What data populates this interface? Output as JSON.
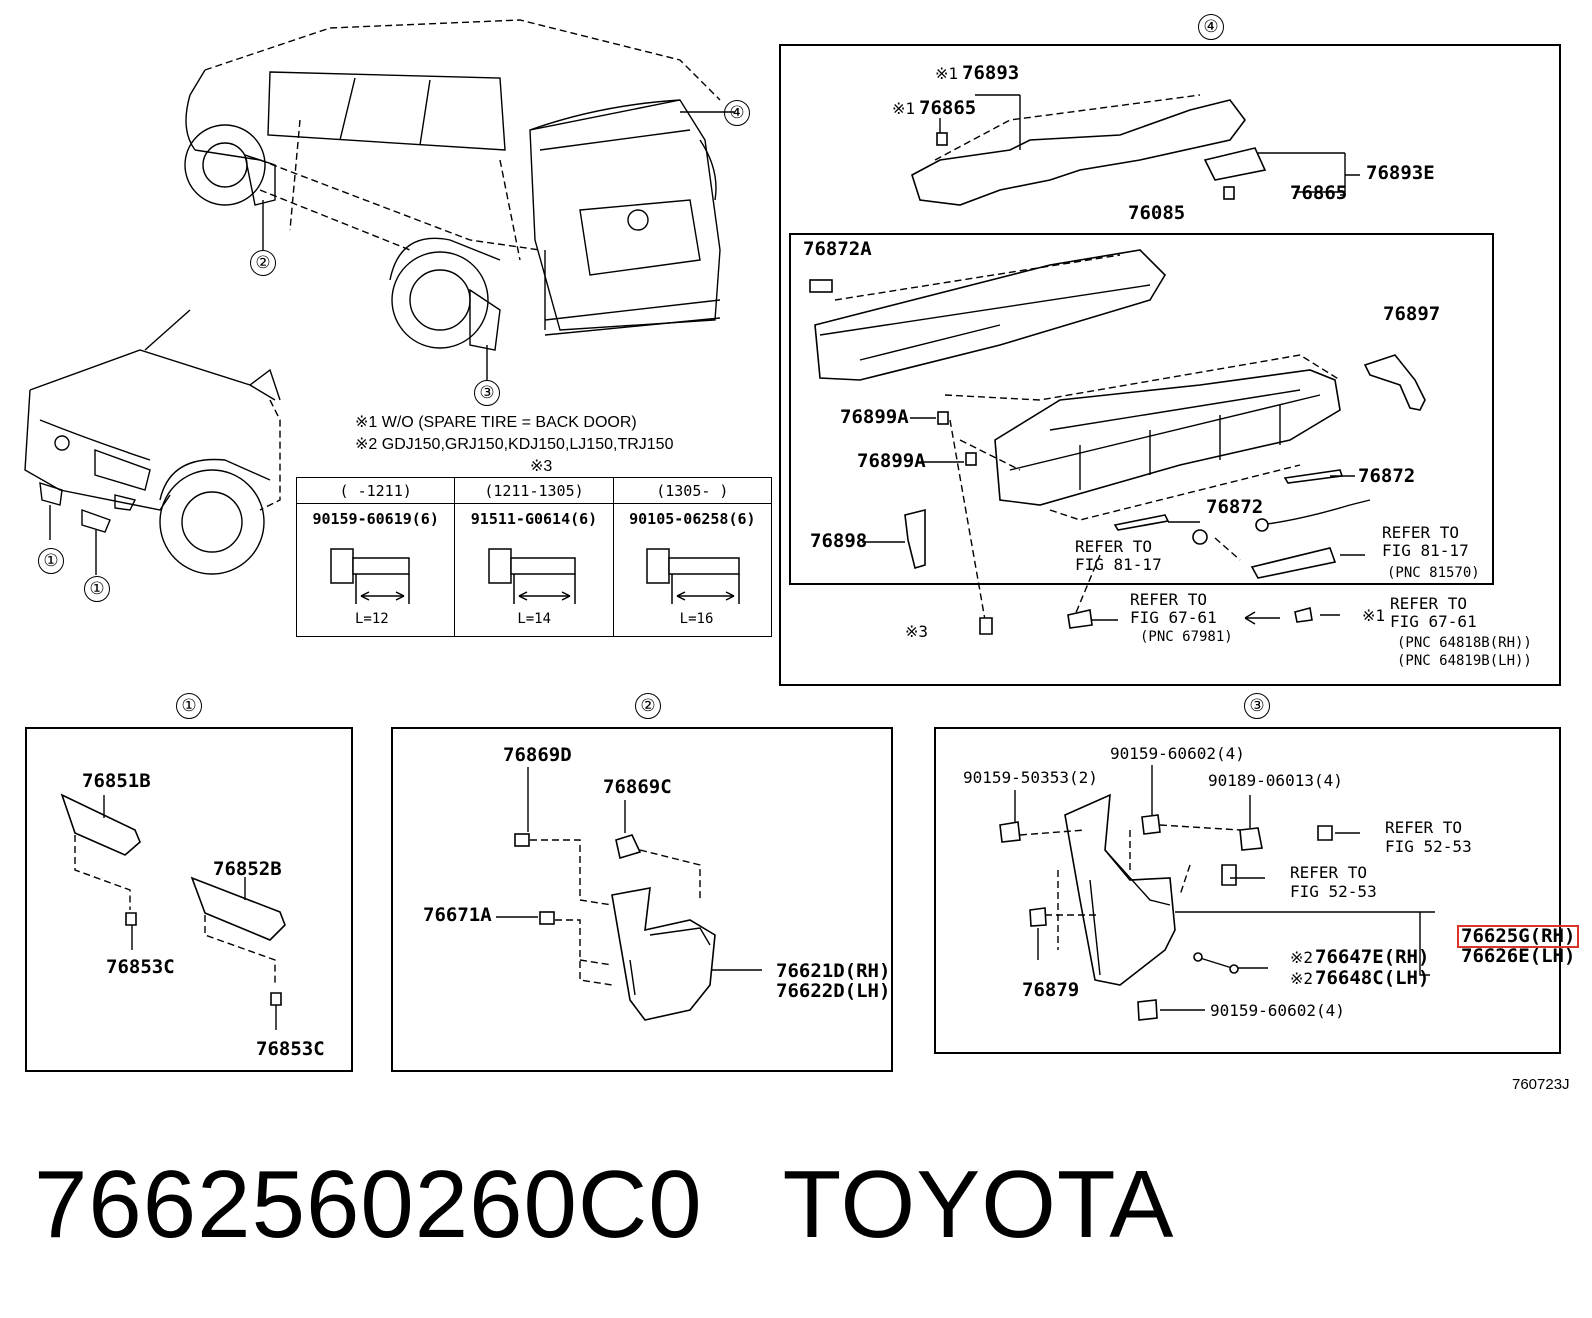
{
  "callouts": {
    "overview": [
      "④",
      "②",
      "③",
      "①",
      "①"
    ],
    "section_headers": {
      "s4": "④",
      "s1": "①",
      "s2": "②",
      "s3": "③"
    }
  },
  "notes": {
    "n1": "※1 W/O (SPARE TIRE = BACK DOOR)",
    "n2": "※2 GDJ150,GRJ150,KDJ150,LJ150,TRJ150",
    "n3": "※3"
  },
  "bolt_table": {
    "headers": [
      "(        -1211)",
      "(1211-1305)",
      "(1305-        )"
    ],
    "parts": [
      "90159-60619(6)",
      "91511-G0614(6)",
      "90105-06258(6)"
    ],
    "lengths": [
      "L=12",
      "L=14",
      "L=16"
    ]
  },
  "section4": {
    "p76893_mark": "※1",
    "p76893": "76893",
    "p76865a_mark": "※1",
    "p76865a": "76865",
    "p76893E": "76893E",
    "p76865b": "76865",
    "p76085": "76085",
    "p76872A": "76872A",
    "p76897": "76897",
    "p76899A_1": "76899A",
    "p76899A_2": "76899A",
    "p76872_1": "76872",
    "p76872_2": "76872",
    "p76898": "76898",
    "refer_a_1": "REFER TO",
    "refer_a_2": "FIG 81-17",
    "refer_b_1": "REFER TO",
    "refer_b_2": "FIG 81-17",
    "refer_b_3": "(PNC 81570)",
    "refer_c_1": "REFER TO",
    "refer_c_2": "FIG 67-61",
    "refer_c_3": "(PNC 67981)",
    "refer_d_mark": "※1",
    "refer_d_1": "REFER TO",
    "refer_d_2": "FIG 67-61",
    "refer_d_3": "(PNC 64818B(RH))",
    "refer_d_4": "(PNC 64819B(LH))",
    "bolt_mark": "※3"
  },
  "section1": {
    "p76851B": "76851B",
    "p76852B": "76852B",
    "p76853C_1": "76853C",
    "p76853C_2": "76853C"
  },
  "section2": {
    "p76869D": "76869D",
    "p76869C": "76869C",
    "p76671A": "76671A",
    "p76621D": "76621D(RH)",
    "p76622D": "76622D(LH)"
  },
  "section3": {
    "f1": "90159-60602(4)",
    "f2": "90159-50353(2)",
    "f3": "90189-06013(4)",
    "refer1_1": "REFER TO",
    "refer1_2": "FIG 52-53",
    "refer2_1": "REFER TO",
    "refer2_2": "FIG 52-53",
    "p76625G": "76625G(RH)",
    "p76626E": "76626E(LH)",
    "p76647E_mark": "※2",
    "p76647E": "76647E(RH)",
    "p76648C_mark": "※2",
    "p76648C": "76648C(LH)",
    "p76879": "76879",
    "f4": "90159-60602(4)"
  },
  "diagram_code": "760723J",
  "footer": {
    "part_number": "7662560260C0",
    "brand": "TOYOTA"
  },
  "colors": {
    "highlight": "#d9342b",
    "ink": "#000000"
  }
}
